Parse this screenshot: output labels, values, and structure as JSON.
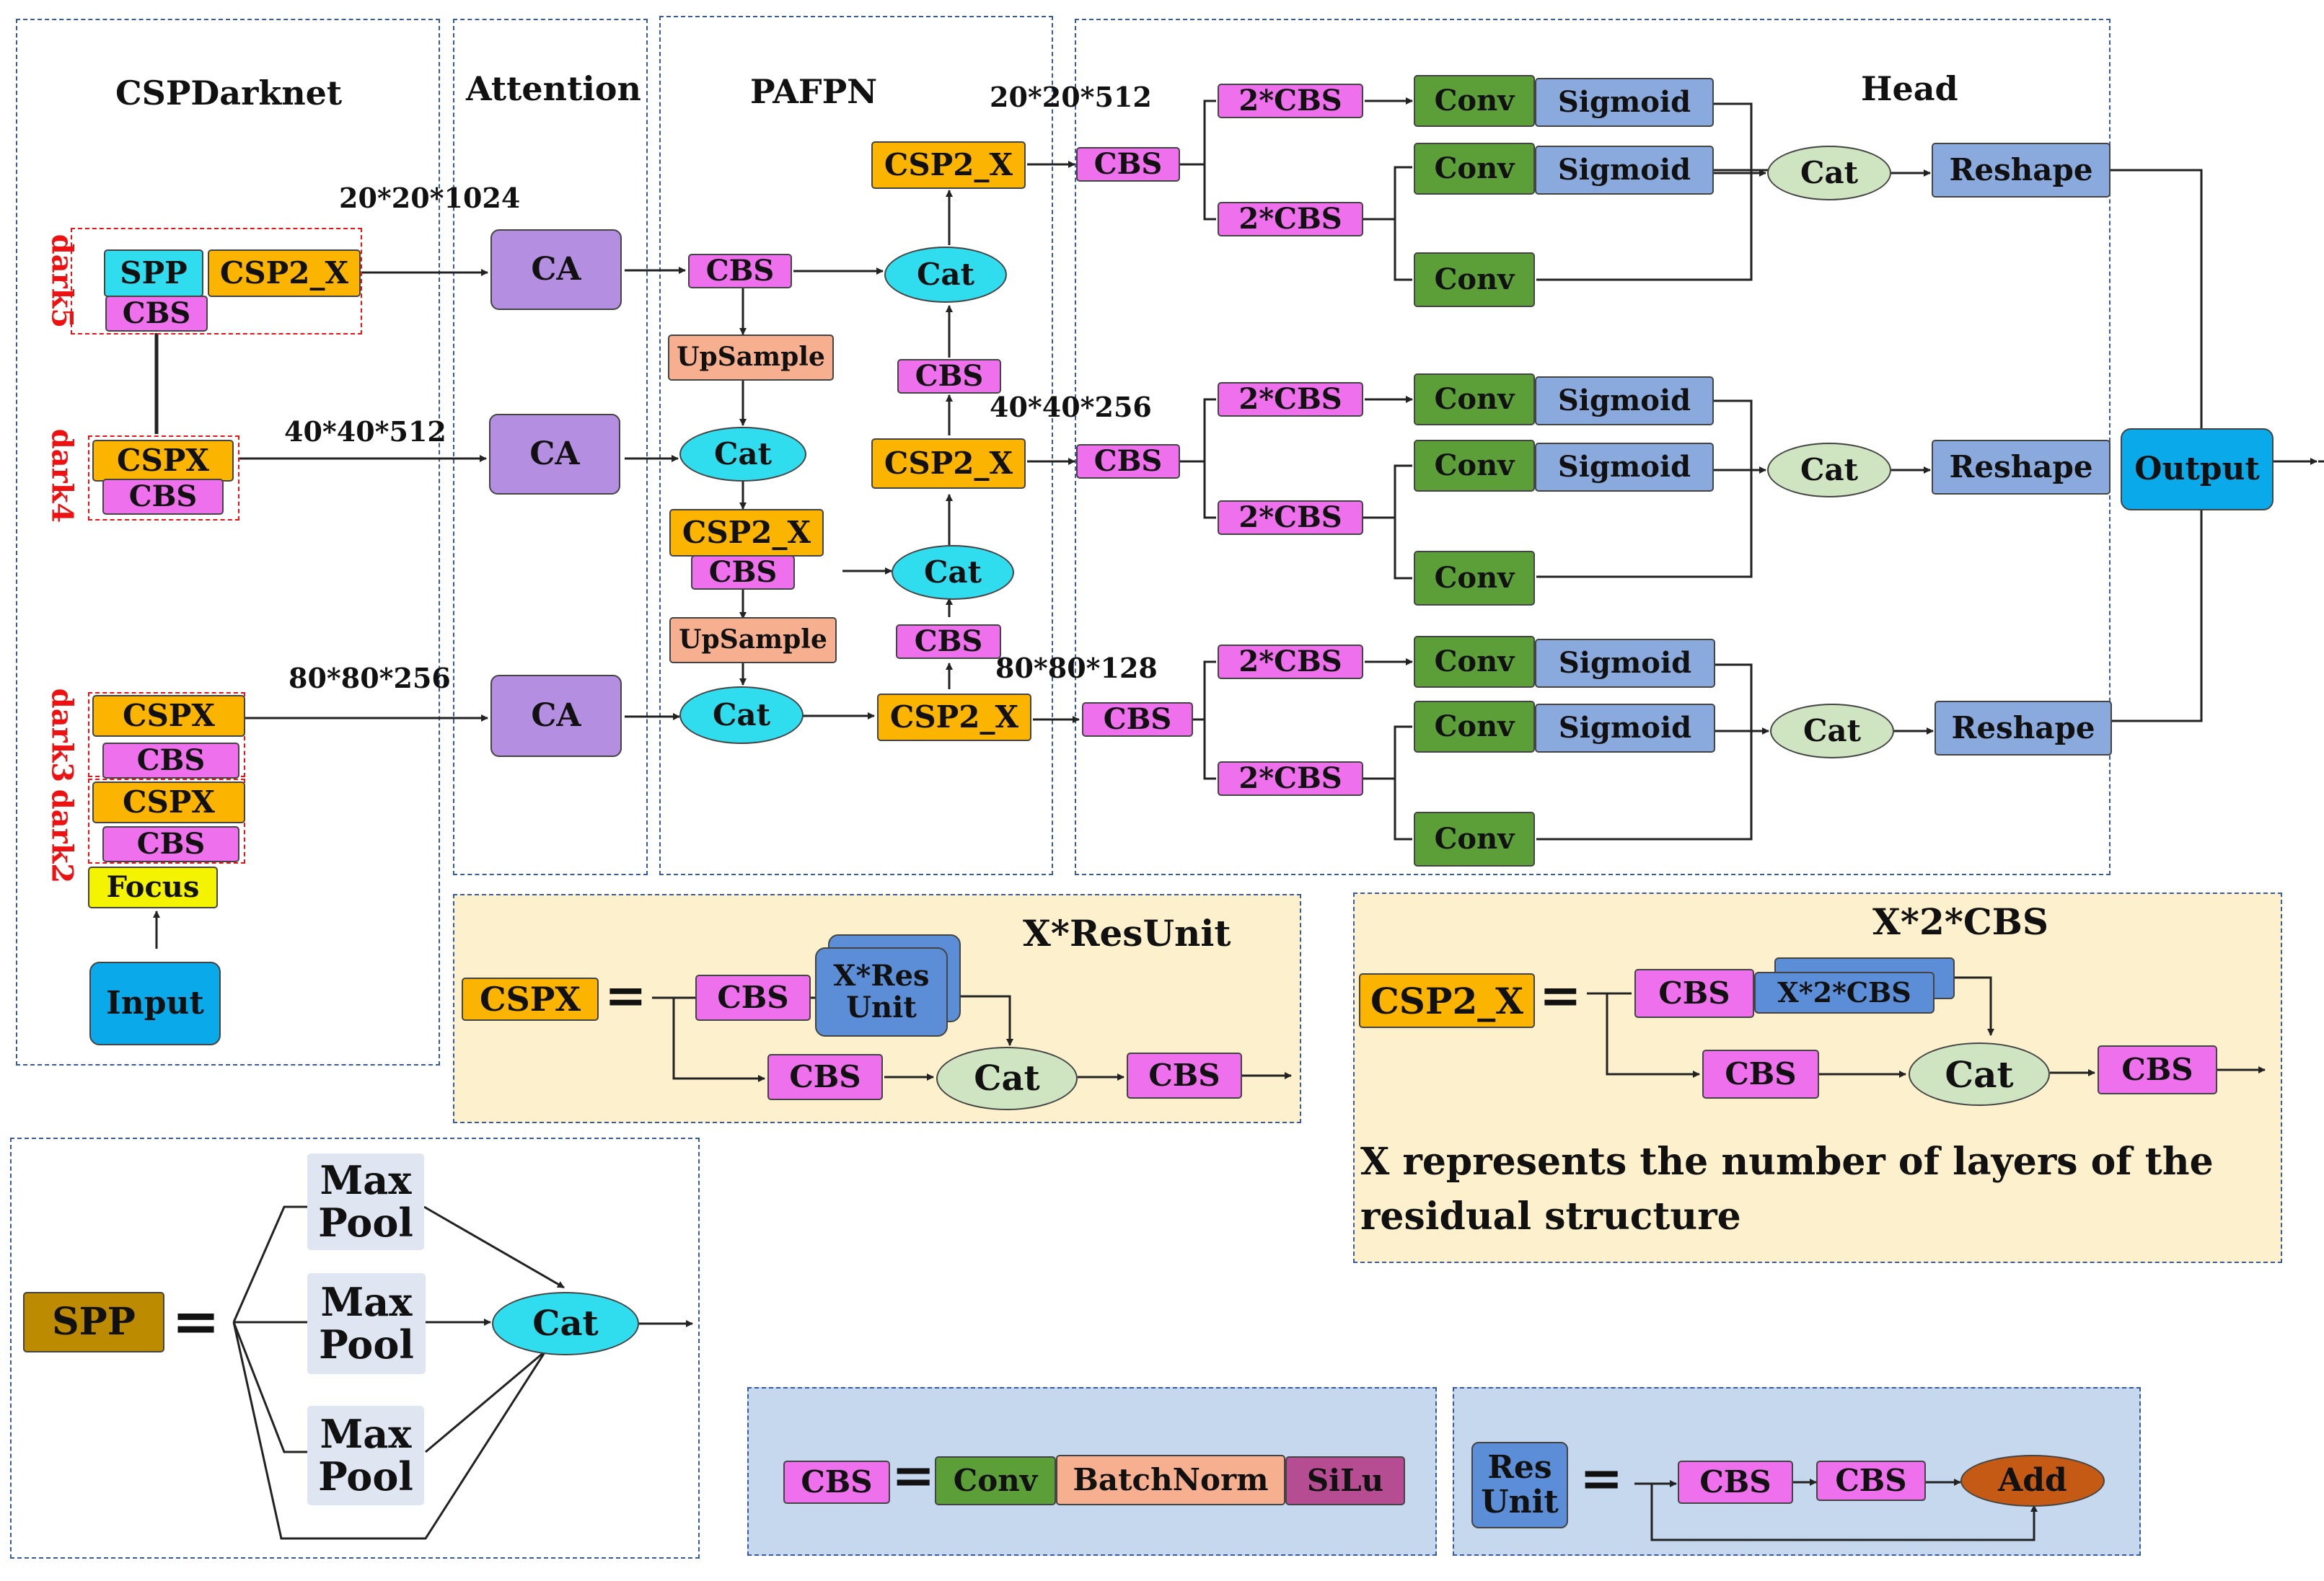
{
  "titles": {
    "cspdarknet": "CSPDarknet",
    "attention": "Attention",
    "pafpn": "PAFPN",
    "head": "Head",
    "resunit_title": "X*ResUnit",
    "x2cbs_title": "X*2*CBS"
  },
  "sizes": {
    "s20_1024": "20*20*1024",
    "s40_512": "40*40*512",
    "s80_256": "80*80*256",
    "s20_512": "20*20*512",
    "s40_256": "40*40*256",
    "s80_128": "80*80*128"
  },
  "stages": {
    "dark5": "dark5",
    "dark4": "dark4",
    "dark3": "dark3",
    "dark2": "dark2"
  },
  "blocks": {
    "spp": "SPP",
    "csp2x": "CSP2_X",
    "cbs": "CBS",
    "cspx": "CSPX",
    "focus": "Focus",
    "input": "Input",
    "ca": "CA",
    "upsample": "UpSample",
    "cat": "Cat",
    "cbs2": "2*CBS",
    "conv": "Conv",
    "sigmoid": "Sigmoid",
    "reshape": "Reshape",
    "output": "Output",
    "xres_line1": "X*Res",
    "xres_line2": "Unit",
    "x2cbs_block": "X*2*CBS",
    "maxpool_line1": "Max",
    "maxpool_line2": "Pool",
    "batchnorm": "BatchNorm",
    "silu": "SiLu",
    "res_line1": "Res",
    "res_line2": "Unit",
    "add": "Add",
    "equals": "="
  },
  "note": {
    "line1": "X represents the number of layers of the",
    "line2": "residual structure"
  },
  "colors": {
    "cbs": "#ee70ec",
    "csp": "#fbb400",
    "cat": "#30ddef",
    "ca": "#b48ee0",
    "upsample": "#f7b08f",
    "conv": "#5c9e38",
    "sigmoid": "#8aa9dc",
    "head_cat": "#cfe4c0",
    "focus": "#f4f300",
    "input_output": "#09a9ea",
    "spp_def": "#bd8b00",
    "silu": "#b64c92",
    "add": "#c45a14",
    "stage_label": "#ee1111",
    "panel_border": "#3a5aa0"
  }
}
